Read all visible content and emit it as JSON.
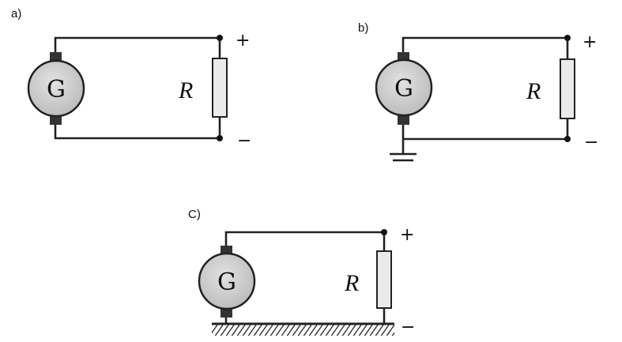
{
  "panels": [
    {
      "id": "a",
      "label": "a)",
      "generator": "G",
      "resistor": "R",
      "plus": "+",
      "minus": "−"
    },
    {
      "id": "b",
      "label": "b)",
      "generator": "G",
      "resistor": "R",
      "plus": "+",
      "minus": "−"
    },
    {
      "id": "c",
      "label": "C)",
      "generator": "G",
      "resistor": "R",
      "plus": "+",
      "minus": "−"
    }
  ],
  "colors": {
    "line": "#222222",
    "generator_fill": "#cfcfcf",
    "resistor_fill": "#ebebeb",
    "brush": "#333333"
  }
}
